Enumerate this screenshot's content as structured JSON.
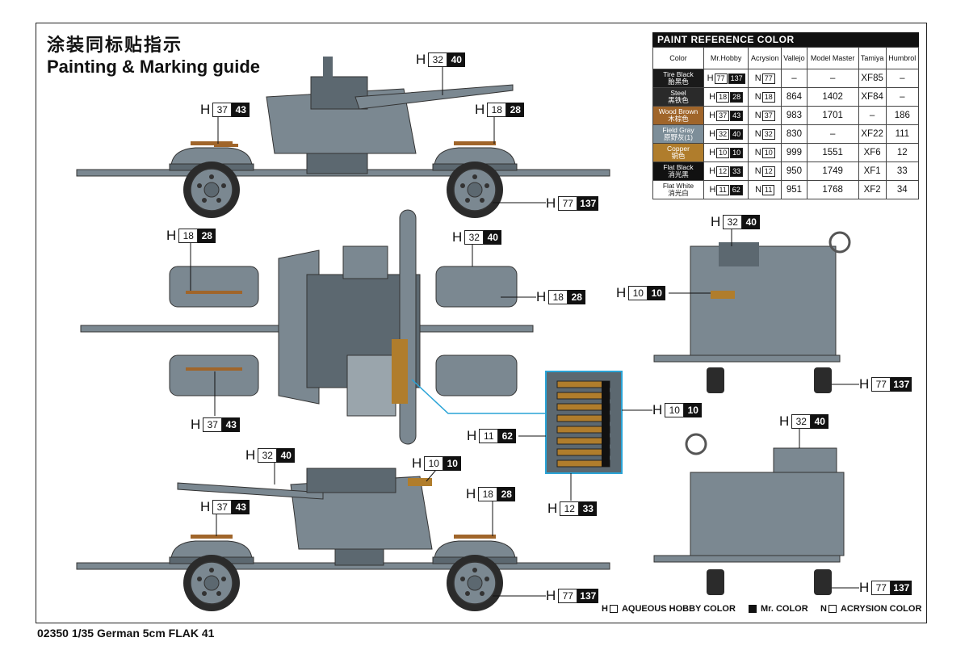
{
  "page": {
    "title_cn": "涂装同标贴指示",
    "title_en": "Painting & Marking guide",
    "footer": "02350 1/35 German 5cm FLAK 41"
  },
  "paint_table": {
    "header": "PAINT  REFERENCE COLOR",
    "columns": [
      "Color",
      "Mr.Hobby",
      "Acrysion",
      "Vallejo",
      "Model Master",
      "Tamiya",
      "Humbrol"
    ],
    "rows": [
      {
        "name_en": "Tire Black",
        "name_cn": "胎黑色",
        "bg": "#1a1a1a",
        "fg": "#ffffff",
        "h1": "77",
        "h2": "137",
        "n": "77",
        "vallejo": "–",
        "model_master": "–",
        "tamiya": "XF85",
        "humbrol": "–"
      },
      {
        "name_en": "Steel",
        "name_cn": "黑铁色",
        "bg": "#2a2a2a",
        "fg": "#ffffff",
        "h1": "18",
        "h2": "28",
        "n": "18",
        "vallejo": "864",
        "model_master": "1402",
        "tamiya": "XF84",
        "humbrol": "–"
      },
      {
        "name_en": "Wood Brown",
        "name_cn": "木棕色",
        "bg": "#a0652a",
        "fg": "#ffffff",
        "h1": "37",
        "h2": "43",
        "n": "37",
        "vallejo": "983",
        "model_master": "1701",
        "tamiya": "–",
        "humbrol": "186"
      },
      {
        "name_en": "Field Gray",
        "name_cn": "原野灰(1)",
        "bg": "#7d8e99",
        "fg": "#ffffff",
        "h1": "32",
        "h2": "40",
        "n": "32",
        "vallejo": "830",
        "model_master": "–",
        "tamiya": "XF22",
        "humbrol": "111"
      },
      {
        "name_en": "Copper",
        "name_cn": "铜色",
        "bg": "#b07d2c",
        "fg": "#ffffff",
        "h1": "10",
        "h2": "10",
        "n": "10",
        "vallejo": "999",
        "model_master": "1551",
        "tamiya": "XF6",
        "humbrol": "12"
      },
      {
        "name_en": "Flat Black",
        "name_cn": "消光黑",
        "bg": "#111111",
        "fg": "#ffffff",
        "h1": "12",
        "h2": "33",
        "n": "12",
        "vallejo": "950",
        "model_master": "1749",
        "tamiya": "XF1",
        "humbrol": "33"
      },
      {
        "name_en": "Flat White",
        "name_cn": "消光白",
        "bg": "#ffffff",
        "fg": "#111111",
        "h1": "11",
        "h2": "62",
        "n": "11",
        "vallejo": "951",
        "model_master": "1768",
        "tamiya": "XF2",
        "humbrol": "34"
      }
    ]
  },
  "callouts": [
    {
      "id": "side-top-field-gray",
      "h1": "32",
      "h2": "40"
    },
    {
      "id": "side-top-wood-left",
      "h1": "37",
      "h2": "43"
    },
    {
      "id": "side-top-steel-right",
      "h1": "18",
      "h2": "28"
    },
    {
      "id": "side-top-tire",
      "h1": "77",
      "h2": "137"
    },
    {
      "id": "top-view-steel-left",
      "h1": "18",
      "h2": "28"
    },
    {
      "id": "top-view-field-gray",
      "h1": "32",
      "h2": "40"
    },
    {
      "id": "top-view-steel-right",
      "h1": "18",
      "h2": "28"
    },
    {
      "id": "top-view-wood",
      "h1": "37",
      "h2": "43"
    },
    {
      "id": "ammo-copper",
      "h1": "10",
      "h2": "10"
    },
    {
      "id": "ammo-flat-white",
      "h1": "11",
      "h2": "62"
    },
    {
      "id": "ammo-flat-black",
      "h1": "12",
      "h2": "33"
    },
    {
      "id": "side-bottom-field-gray",
      "h1": "32",
      "h2": "40"
    },
    {
      "id": "side-bottom-copper",
      "h1": "10",
      "h2": "10"
    },
    {
      "id": "side-bottom-wood",
      "h1": "37",
      "h2": "43"
    },
    {
      "id": "side-bottom-steel",
      "h1": "18",
      "h2": "28"
    },
    {
      "id": "side-bottom-tire",
      "h1": "77",
      "h2": "137"
    },
    {
      "id": "front-field-gray",
      "h1": "32",
      "h2": "40"
    },
    {
      "id": "front-copper",
      "h1": "10",
      "h2": "10"
    },
    {
      "id": "front-tire",
      "h1": "77",
      "h2": "137"
    },
    {
      "id": "rear-field-gray",
      "h1": "32",
      "h2": "40"
    },
    {
      "id": "rear-tire",
      "h1": "77",
      "h2": "137"
    }
  ],
  "legend": {
    "aqueous": "AQUEOUS HOBBY COLOR",
    "mr_color": "Mr. COLOR",
    "acrysion": "ACRYSION COLOR"
  },
  "colors": {
    "field_gray": "#7b8891",
    "field_gray_dark": "#5c6870",
    "tire": "#2b2b2b",
    "copper": "#b07d2c",
    "wood": "#a0652a",
    "leader_blue": "#29a3d6"
  }
}
